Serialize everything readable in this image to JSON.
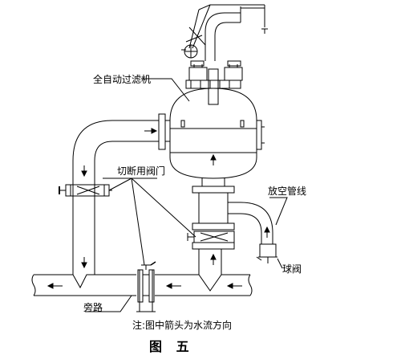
{
  "labels": {
    "filter": "全自动过滤机",
    "cutoff_valve": "切断用阀门",
    "vent_line": "放空管线",
    "ball_valve": "球阀",
    "bypass": "旁路",
    "note": "注:图中箭头为水流方向",
    "figure": "图 五"
  },
  "colors": {
    "line": "#000000",
    "background": "#ffffff"
  }
}
